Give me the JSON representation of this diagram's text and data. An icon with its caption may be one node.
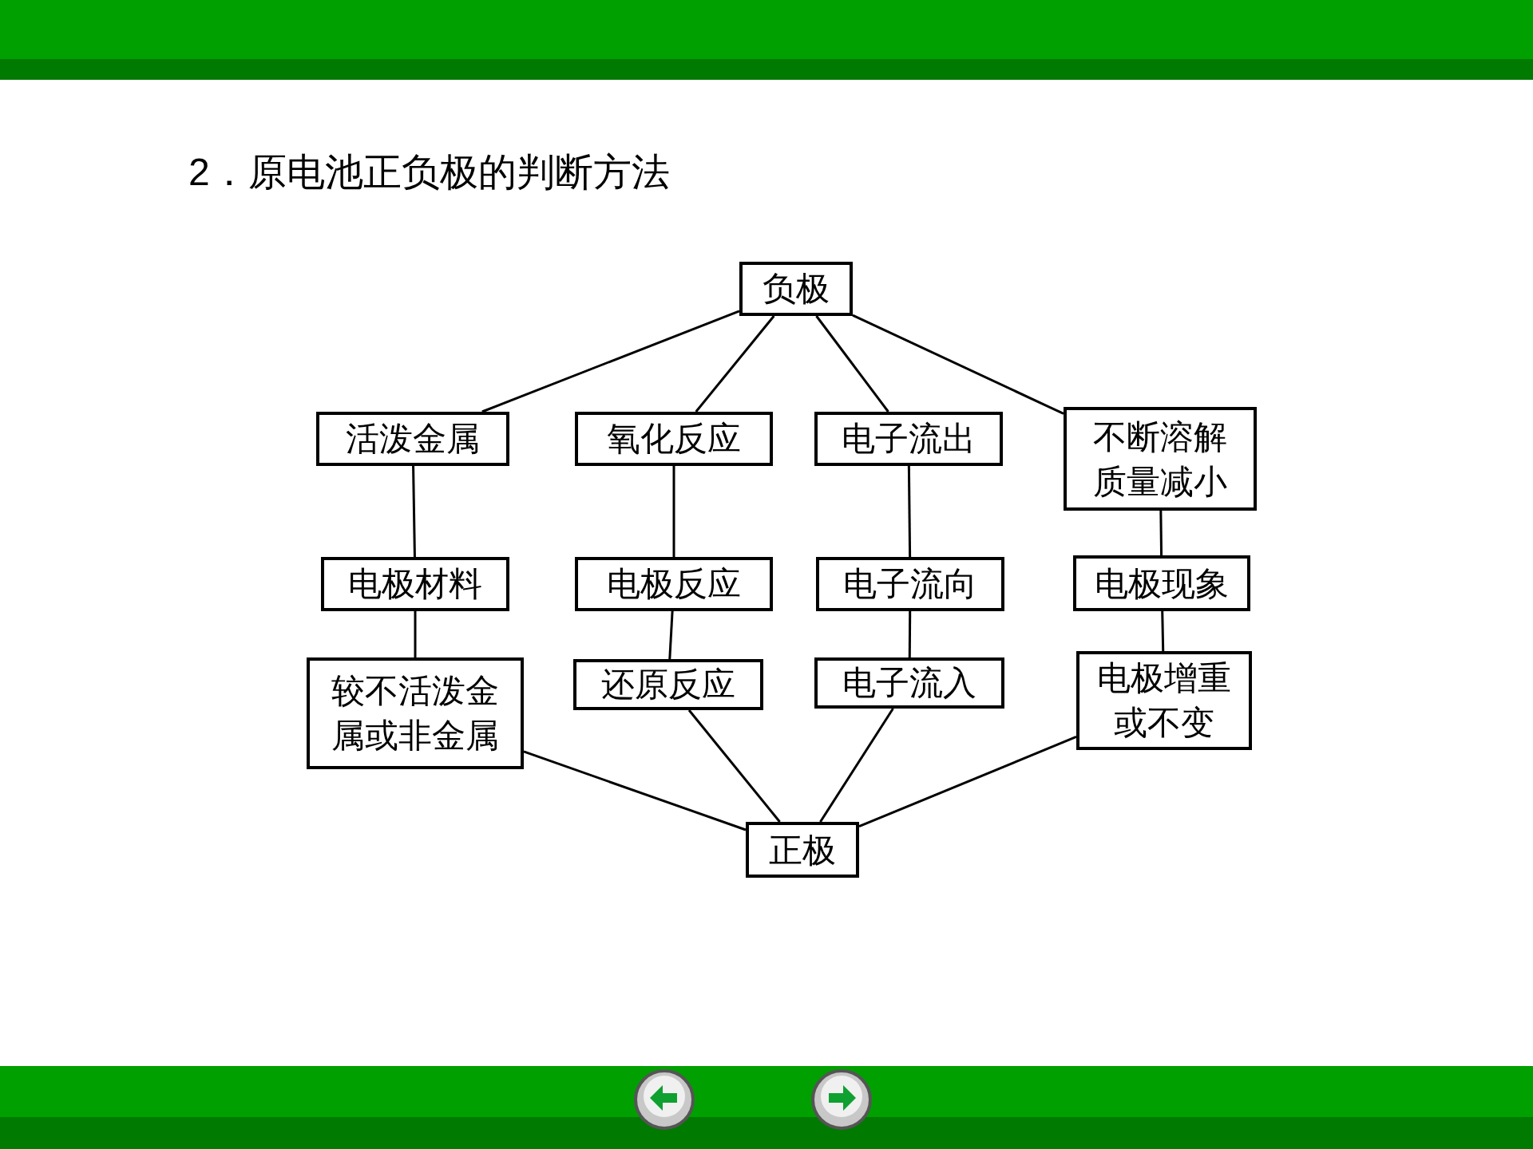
{
  "diagram": {
    "title": "2．原电池正负极的判断方法",
    "nodes": [
      {
        "text": [
          "负极"
        ]
      },
      {
        "text": [
          "活泼金属"
        ]
      },
      {
        "text": [
          "氧化反应"
        ]
      },
      {
        "text": [
          "电子流出"
        ]
      },
      {
        "text": [
          "不断溶解质量减小"
        ]
      },
      {
        "text": [
          "电极材料"
        ]
      },
      {
        "text": [
          "电极反应"
        ]
      },
      {
        "text": [
          "电子流向"
        ]
      },
      {
        "text": [
          "电极现象"
        ]
      },
      {
        "text": [
          "较不活泼金属或非金属"
        ]
      },
      {
        "text": [
          "还原反应"
        ]
      },
      {
        "text": [
          "电子流入"
        ]
      },
      {
        "text": [
          "电极增重或不变"
        ]
      },
      {
        "text": [
          "正极"
        ]
      }
    ],
    "edges": [
      {
        "from": 0,
        "to": 1,
        "arrow": "none"
      },
      {
        "from": 0,
        "to": 2,
        "arrow": "none"
      },
      {
        "from": 0,
        "to": 3,
        "arrow": "none"
      },
      {
        "from": 0,
        "to": 4,
        "arrow": "none"
      },
      {
        "from": 1,
        "to": 5,
        "arrow": "none"
      },
      {
        "from": 5,
        "to": 9,
        "arrow": "none"
      },
      {
        "from": 2,
        "to": 6,
        "arrow": "none"
      },
      {
        "from": 6,
        "to": 10,
        "arrow": "none"
      },
      {
        "from": 3,
        "to": 7,
        "arrow": "none"
      },
      {
        "from": 7,
        "to": 11,
        "arrow": "none"
      },
      {
        "from": 4,
        "to": 8,
        "arrow": "none"
      },
      {
        "from": 8,
        "to": 12,
        "arrow": "none"
      },
      {
        "from": 9,
        "to": 13,
        "arrow": "none"
      },
      {
        "from": 10,
        "to": 13,
        "arrow": "none"
      },
      {
        "from": 11,
        "to": 13,
        "arrow": "none"
      },
      {
        "from": 12,
        "to": 13,
        "arrow": "none"
      }
    ]
  }
}
